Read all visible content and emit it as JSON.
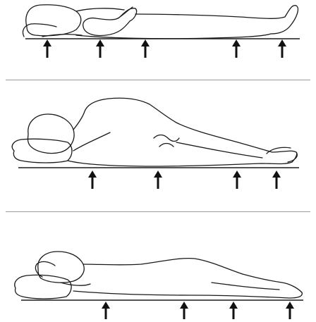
{
  "figure": {
    "panels": [
      {
        "posture": "supine",
        "support_points": 5
      },
      {
        "posture": "side-lying",
        "support_points": 4
      },
      {
        "posture": "prone",
        "support_points": 4
      }
    ],
    "colors": {
      "line": "#1a1a1a",
      "arrow": "#111111",
      "divider": "#9a9a9a"
    }
  }
}
